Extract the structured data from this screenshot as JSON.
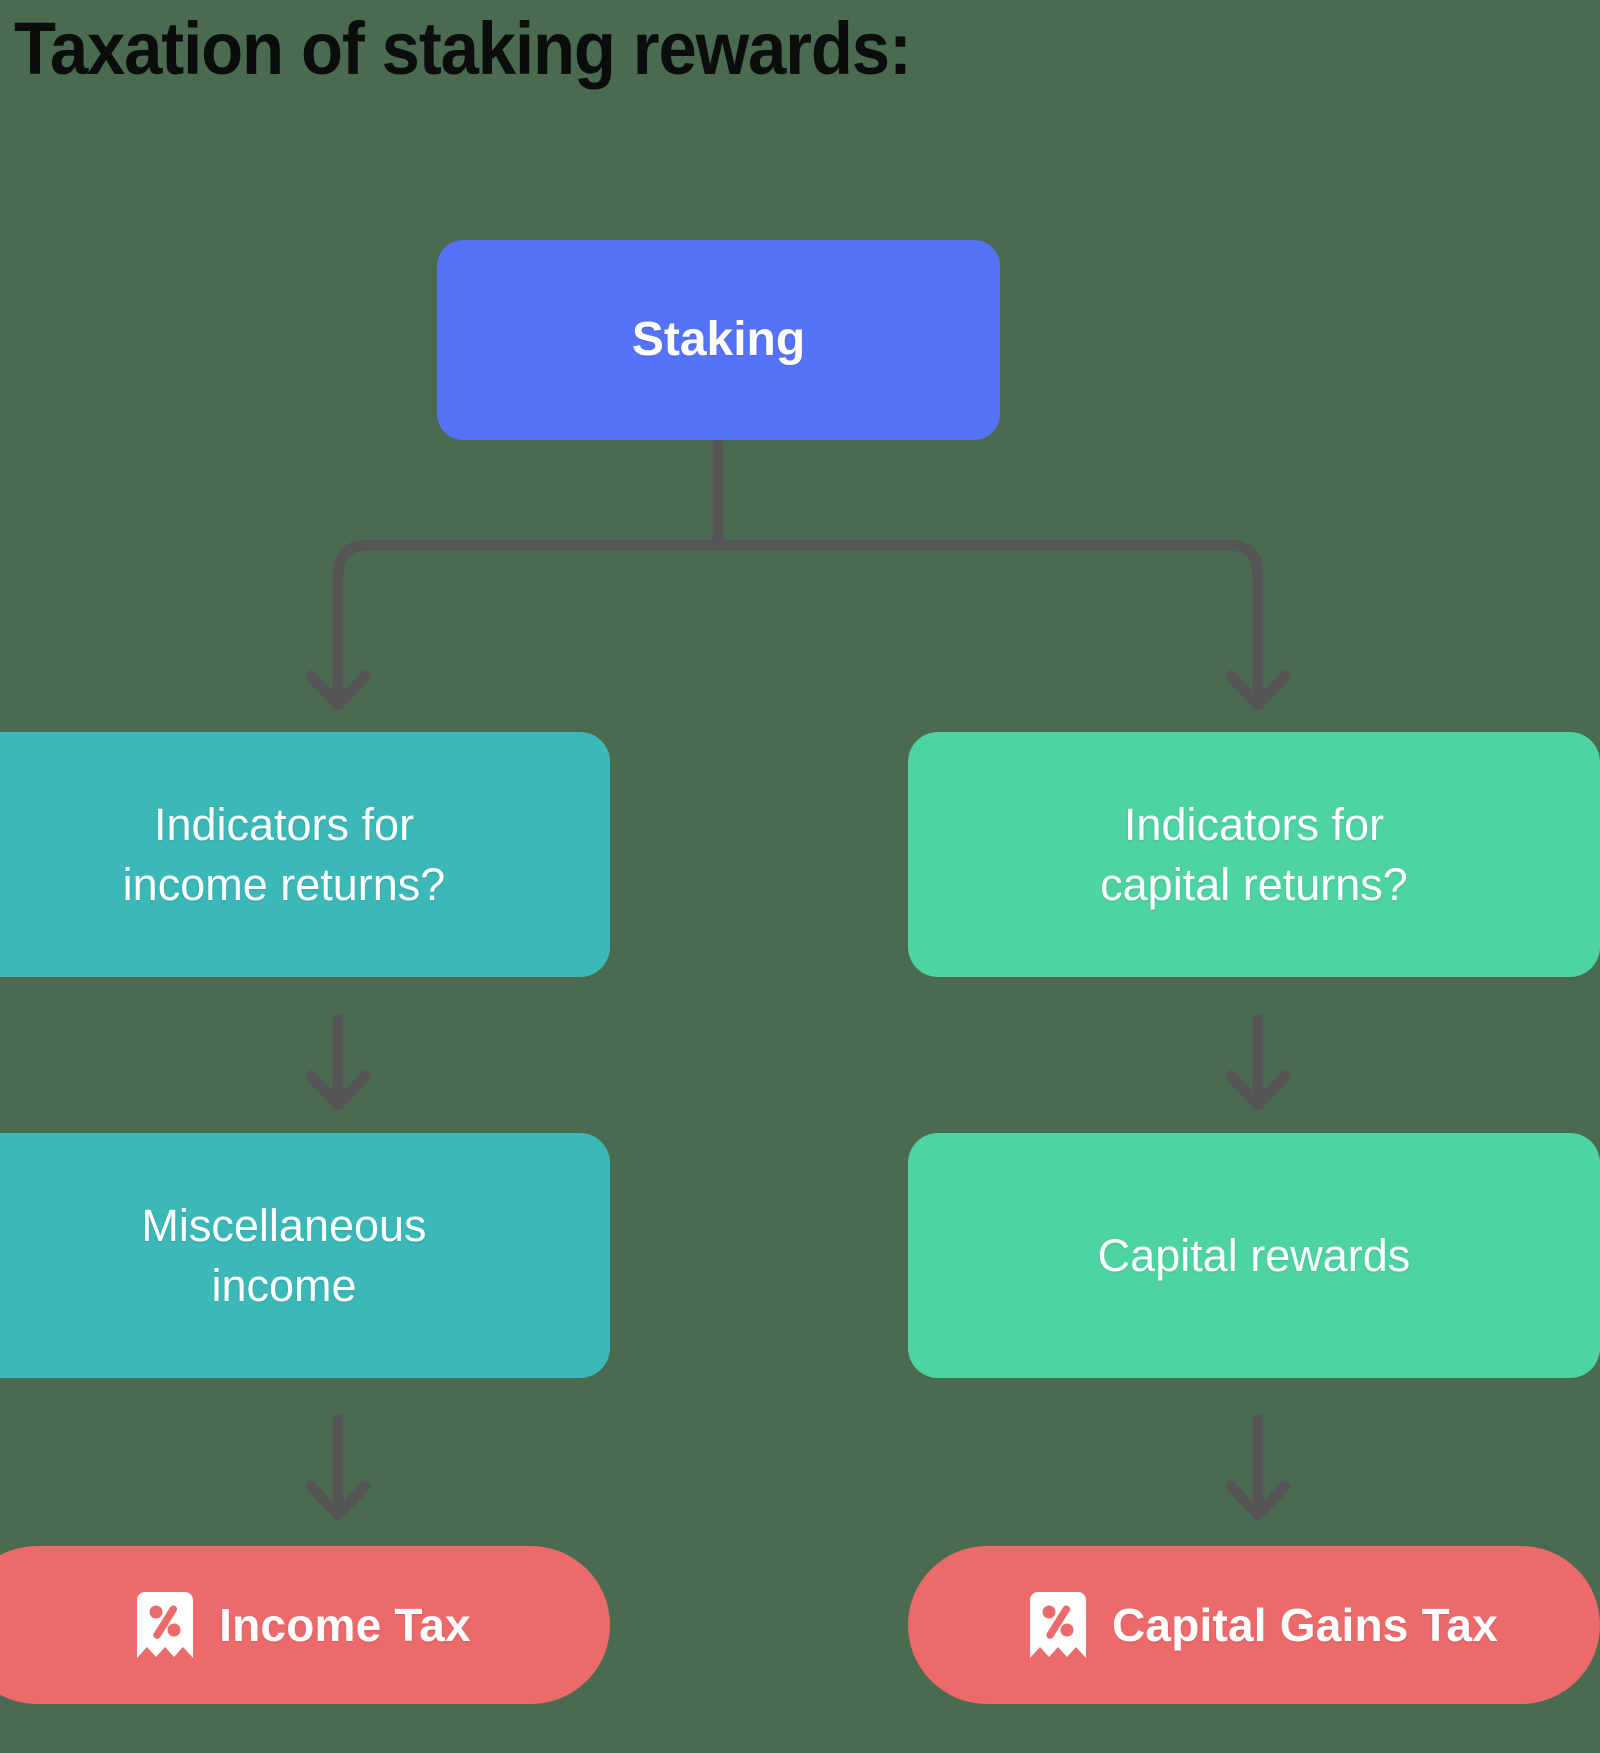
{
  "page": {
    "title": "Taxation of staking rewards:",
    "background_color": "#4a6b50"
  },
  "colors": {
    "root": "#5673f8",
    "branch_income": "#3cb8b8",
    "branch_capital": "#4ed3a2",
    "terminal": "#ec6a6a",
    "connector": "#555555",
    "text_on_node": "#ffffff",
    "title_text": "#0b0d0c"
  },
  "diagram": {
    "type": "flowchart",
    "orientation": "top-down",
    "root": {
      "id": "staking",
      "label": "Staking",
      "color": "#5673f8"
    },
    "branches": [
      {
        "id": "income-branch",
        "color": "#3cb8b8",
        "decision": {
          "id": "indicators-income",
          "label": "Indicators for\nincome returns?"
        },
        "classification": {
          "id": "misc-income",
          "label": "Miscellaneous\nincome"
        },
        "outcome": {
          "id": "income-tax",
          "label": "Income Tax",
          "icon": "receipt-percent-icon",
          "color": "#ec6a6a"
        }
      },
      {
        "id": "capital-branch",
        "color": "#4ed3a2",
        "decision": {
          "id": "indicators-capital",
          "label": "Indicators for\ncapital returns?"
        },
        "classification": {
          "id": "capital-rewards",
          "label": "Capital rewards"
        },
        "outcome": {
          "id": "capital-gains-tax",
          "label": "Capital Gains Tax",
          "icon": "receipt-percent-icon",
          "color": "#ec6a6a"
        }
      }
    ],
    "edges": [
      {
        "from": "staking",
        "to": "indicators-income",
        "style": "elbow-arrow"
      },
      {
        "from": "staking",
        "to": "indicators-capital",
        "style": "elbow-arrow"
      },
      {
        "from": "indicators-income",
        "to": "misc-income",
        "style": "straight-arrow"
      },
      {
        "from": "indicators-capital",
        "to": "capital-rewards",
        "style": "straight-arrow"
      },
      {
        "from": "misc-income",
        "to": "income-tax",
        "style": "straight-arrow"
      },
      {
        "from": "capital-rewards",
        "to": "capital-gains-tax",
        "style": "straight-arrow"
      }
    ]
  }
}
